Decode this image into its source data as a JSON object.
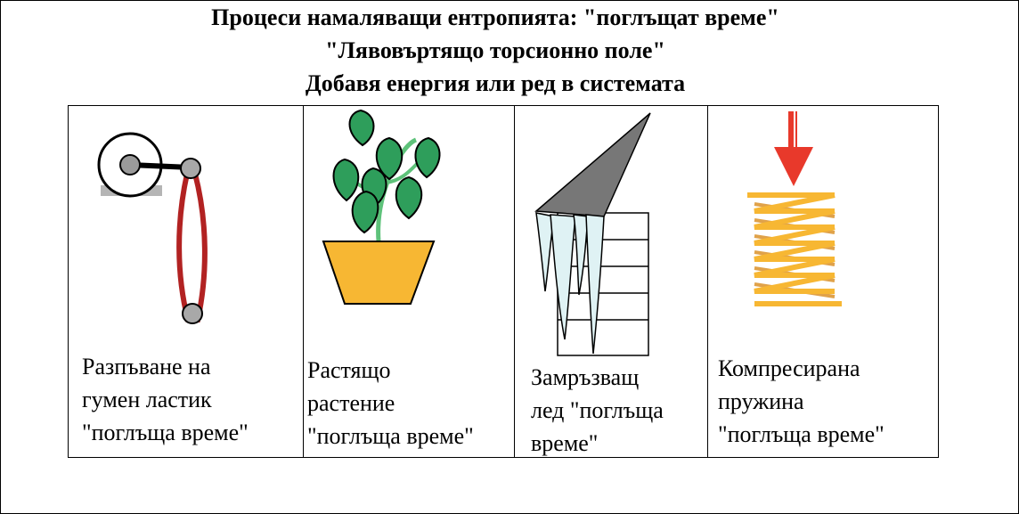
{
  "title_lines": [
    "Процеси намаляващи ентропията: \"поглъщат време\"",
    "\"Лявовъртящо торсионно поле\"",
    "Добавя енергия или ред в системата"
  ],
  "panels": [
    {
      "illustration": "rubber-band-stretcher",
      "caption_lines": [
        "Разпъване на",
        "гумен ластик",
        "\"поглъща време\""
      ]
    },
    {
      "illustration": "potted-plant",
      "caption_lines": [
        "Растящо",
        "растение",
        "\"поглъща време\""
      ]
    },
    {
      "illustration": "icicles-on-roof",
      "caption_lines": [
        "Замръзващ",
        "лед \"поглъща",
        "време\""
      ]
    },
    {
      "illustration": "compressed-spring",
      "caption_lines": [
        "Компресирана",
        "пружина",
        "\"поглъща време\""
      ]
    }
  ],
  "colors": {
    "rubber_band": "#b22222",
    "pot": "#f7b733",
    "leaf": "#2e9e5b",
    "stem": "#5ec27a",
    "roof": "#777777",
    "ice": "#dff2f4",
    "spring": "#f7b733",
    "arrow": "#e8392b"
  }
}
